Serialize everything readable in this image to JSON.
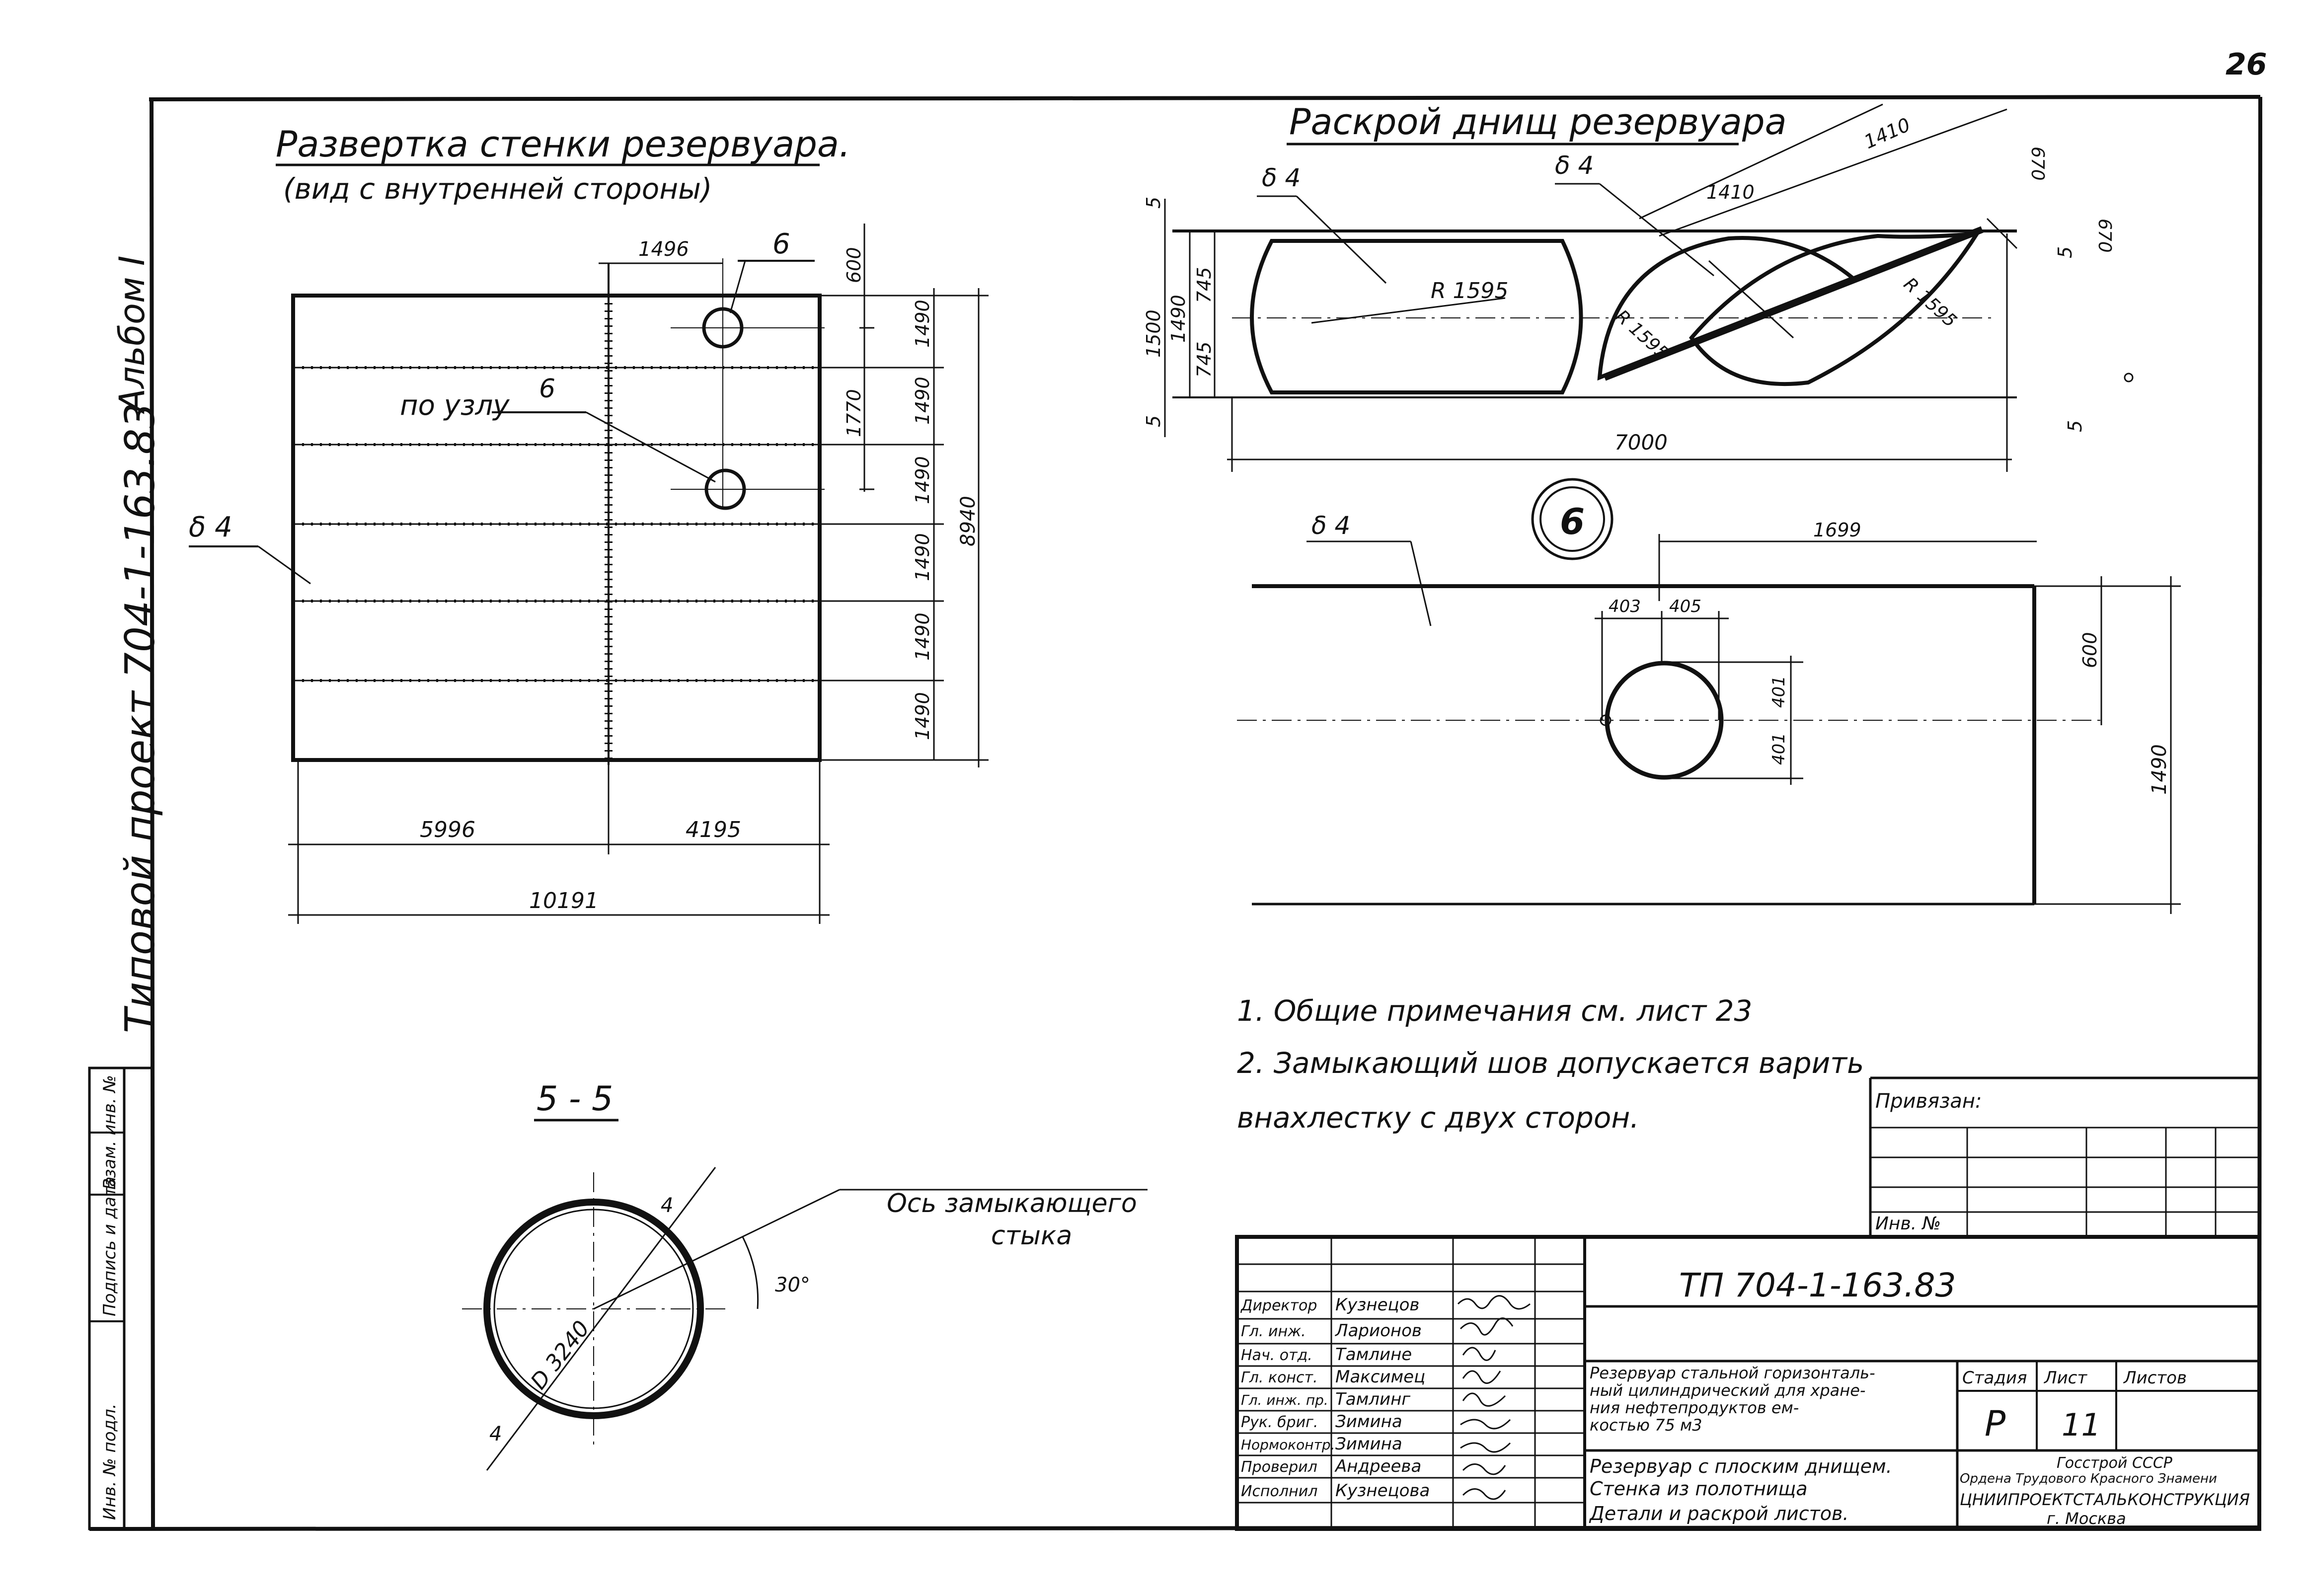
{
  "page_number": "26",
  "album_label": "Альбом I",
  "project_label": "Типовой проект 704-1-163.83",
  "side_stamp": [
    "Инв. № подл.",
    "Подпись и дата",
    "Взам. инв. №"
  ],
  "wall_view": {
    "title": "Развертка стенки резервуара.",
    "subtitle": "(вид с внутренней стороны)",
    "thickness": "δ 4",
    "node_ref": "6",
    "node_label": "по узлу",
    "node_ref2": "6",
    "dims": {
      "top_offset": "1496",
      "hole_top": "600",
      "hole_gap": "1770",
      "rows": [
        "1490",
        "1490",
        "1490",
        "1490",
        "1490",
        "1490"
      ],
      "total_height": "8940",
      "bottom_left": "5996",
      "bottom_right": "4195",
      "total_width": "10191"
    }
  },
  "bottom_cut": {
    "title": "Раскрой днищ резервуара",
    "thickness_left": "δ 4",
    "thickness_right": "δ 4",
    "radius": "R 1595",
    "radius_b": "R 1595",
    "radius_c": "R 1595",
    "d_top": "1410",
    "d_mid": "1410",
    "d_side": "670",
    "d_side2": "670",
    "edge": "5",
    "edge2": "5",
    "edge3": "5",
    "edge4": "5",
    "edge5": "5",
    "height_total": "1500",
    "height_inner": "1490",
    "half_top": "745",
    "half_bottom": "745",
    "length": "7000"
  },
  "node_detail": {
    "label": "6",
    "thickness": "δ 4",
    "d_offset": "1699",
    "d_left": "403",
    "d_right": "405",
    "d_up": "401",
    "d_down": "401",
    "d_top_row": "600",
    "d_total": "1490"
  },
  "notes": [
    "1. Общие примечания см. лист 23",
    "2. Замыкающий шов допускается варить",
    "внахлестку с двух сторон."
  ],
  "section": {
    "label": "5 - 5",
    "axis_label_1": "Ось замыкающего",
    "axis_label_2": "стыка",
    "angle": "30°",
    "diameter": "D 3240",
    "thickness_top": "4",
    "thickness_bottom": "4"
  },
  "binding": {
    "label": "Привязан:",
    "inv_label": "Инв. №"
  },
  "title_block": {
    "code": "ТП 704-1-163.83",
    "people": [
      {
        "role": "Директор",
        "name": "Кузнецов"
      },
      {
        "role": "Гл. инж.",
        "name": "Ларионов"
      },
      {
        "role": "Нач. отд.",
        "name": "Тамлине"
      },
      {
        "role": "Гл. конст.",
        "name": "Максимец"
      },
      {
        "role": "Гл. инж. пр.",
        "name": "Тамлинг"
      },
      {
        "role": "Рук. бриг.",
        "name": "Зимина"
      },
      {
        "role": "Нормоконтр.",
        "name": "Зимина"
      },
      {
        "role": "Проверил",
        "name": "Андреева"
      },
      {
        "role": "Исполнил",
        "name": "Кузнецова"
      }
    ],
    "desc_1": "Резервуар стальной горизонталь-",
    "desc_2": "ный цилиндрический для хране-",
    "desc_3": "ния нефтепродуктов ем-",
    "desc_4": "костью 75 м3",
    "sheet_1": "Резервуар с плоским днищем.",
    "sheet_2": "Стенка из полотнища",
    "sheet_3": "Детали и раскрой листов.",
    "stage_head": "Стадия",
    "sheet_head": "Лист",
    "sheets_head": "Листов",
    "stage": "Р",
    "sheet": "11",
    "org_1": "Госстрой СССР",
    "org_2": "Ордена Трудового Красного Знамени",
    "org_3": "ЦНИИПРОЕКТСТАЛЬКОНСТРУКЦИЯ",
    "org_4": "г. Москва"
  }
}
